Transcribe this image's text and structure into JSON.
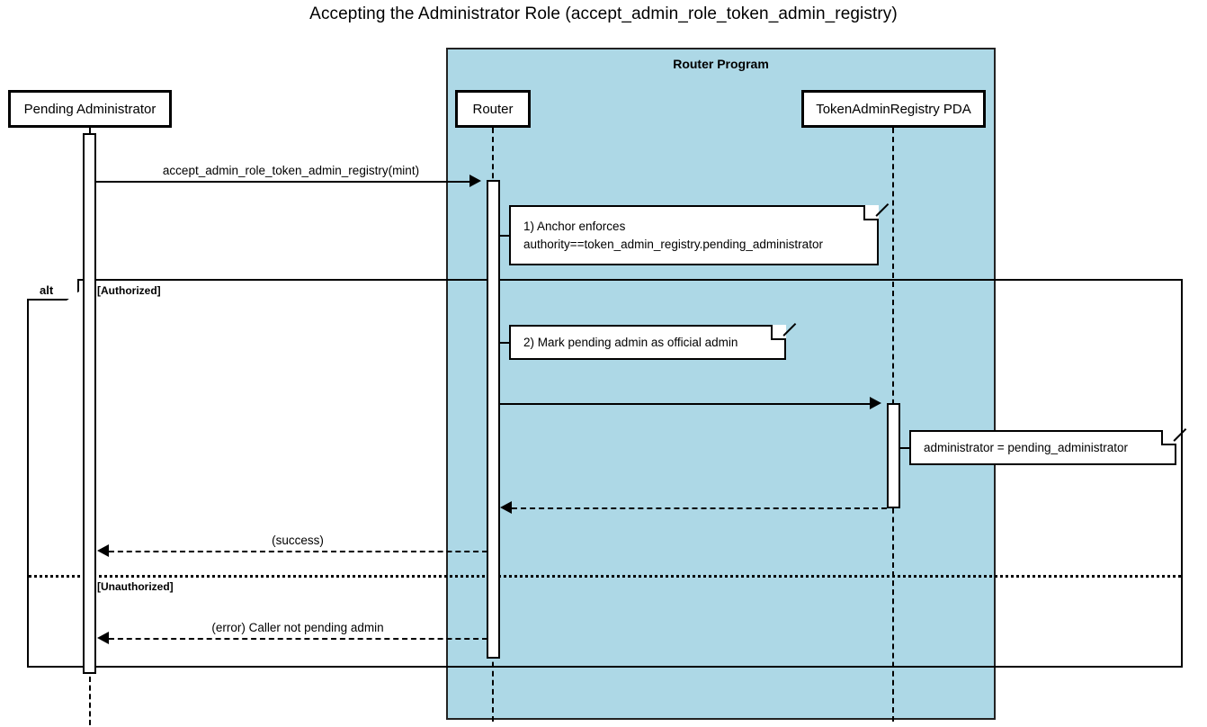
{
  "title": "Accepting the Administrator Role (accept_admin_role_token_admin_registry)",
  "group": {
    "label": "Router Program",
    "color": "#add8e6"
  },
  "participants": [
    {
      "id": "pending-administrator",
      "label": "Pending Administrator"
    },
    {
      "id": "router",
      "label": "Router"
    },
    {
      "id": "token-admin-registry-pda",
      "label": "TokenAdminRegistry PDA"
    }
  ],
  "messages": [
    {
      "id": "accept-admin-role-call",
      "label": "accept_admin_role_token_admin_registry(mint)",
      "from": "pending-administrator",
      "to": "router",
      "style": "solid",
      "direction": "right"
    },
    {
      "id": "mark-admin-write",
      "label": "",
      "from": "router",
      "to": "token-admin-registry-pda",
      "style": "solid",
      "direction": "right"
    },
    {
      "id": "registry-return",
      "label": "",
      "from": "token-admin-registry-pda",
      "to": "router",
      "style": "dashed",
      "direction": "left"
    },
    {
      "id": "success-return",
      "label": "(success)",
      "from": "router",
      "to": "pending-administrator",
      "style": "dashed",
      "direction": "left"
    },
    {
      "id": "error-return",
      "label": "(error) Caller not pending admin",
      "from": "router",
      "to": "pending-administrator",
      "style": "dashed",
      "direction": "left"
    }
  ],
  "notes": [
    {
      "id": "note-anchor-enforces",
      "line1": "1) Anchor enforces",
      "line2": "authority==token_admin_registry.pending_administrator"
    },
    {
      "id": "note-mark-pending-admin",
      "line1": "2) Mark pending admin as official admin",
      "line2": ""
    },
    {
      "id": "note-administrator-assign",
      "line1": "administrator = pending_administrator",
      "line2": ""
    }
  ],
  "fragment": {
    "operator": "alt",
    "conditions": [
      {
        "id": "authorized",
        "label": "[Authorized]"
      },
      {
        "id": "unauthorized",
        "label": "[Unauthorized]"
      }
    ]
  }
}
